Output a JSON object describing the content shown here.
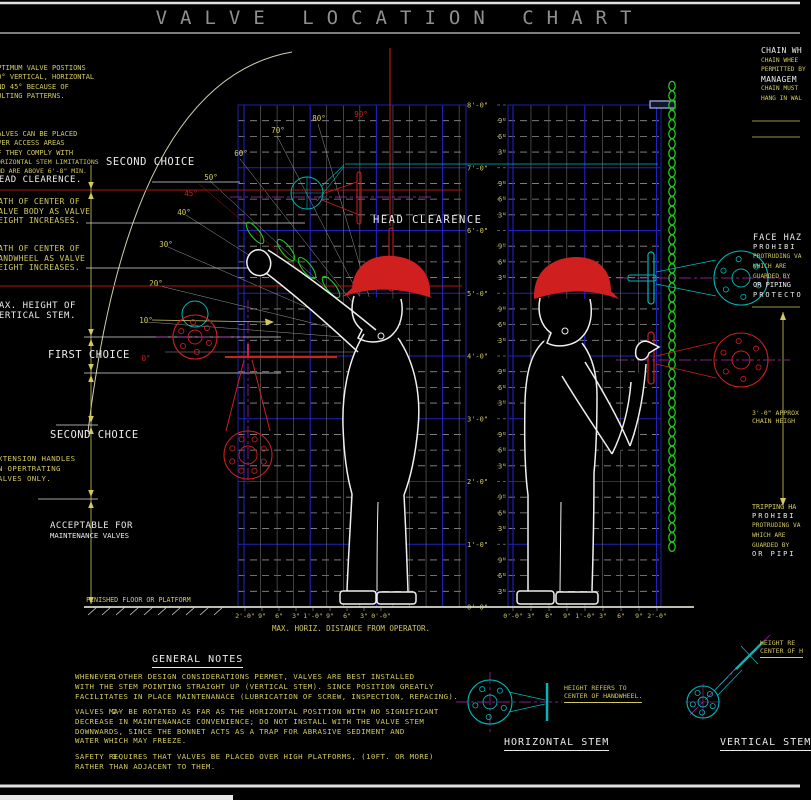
{
  "title": "VALVE LOCATION CHART",
  "colors": {
    "background": "#000000",
    "annotation_yellow": "#d2c95f",
    "annotation_white": "#ebebeb",
    "cad_red": "#cf1f1f",
    "chain_green": "#1ec81e",
    "valve_cyan": "#00b8b8",
    "centerline_magenta": "#b428b4",
    "grid_blue": "#2222c0",
    "grid_gray": "#8f8f8f"
  },
  "angles": [
    "90°",
    "80°",
    "70°",
    "60°",
    "50°",
    "45°",
    "40°",
    "30°",
    "20°",
    "10°",
    "0°"
  ],
  "scales": {
    "vertical": [
      "8'-0\"",
      "9\"",
      "6\"",
      "3\"",
      "7'-0\"",
      "9\"",
      "6\"",
      "3\"",
      "6'-0\"",
      "9\"",
      "6\"",
      "3\"",
      "5'-0\"",
      "9\"",
      "6\"",
      "3\"",
      "4'-0\"",
      "9\"",
      "6\"",
      "3\"",
      "3'-0\"",
      "9\"",
      "6\"",
      "3\"",
      "2'-0\"",
      "9\"",
      "6\"",
      "3\"",
      "1'-0\"",
      "9\"",
      "6\"",
      "3\"",
      "0'-0\""
    ],
    "left_axis": [
      "2'-0\"",
      "9\"",
      "6\"",
      "3\"",
      "1'-0\"",
      "9\"",
      "6\"",
      "3\"",
      "0'-0\""
    ],
    "right_axis": [
      "0'-0\"",
      "3\"",
      "6\"",
      "9\"",
      "1'-0\"",
      "3\"",
      "6\"",
      "9\"",
      "2'-0\""
    ],
    "left_axis_title": "MAX. HORIZ. DISTANCE FROM OPERATOR."
  },
  "left_notes": {
    "optimum": [
      "OPTIMUM VALVE POSTIONS",
      "90° VERTICAL, HORIZONTAL",
      "AND 45° BECAUSE OF",
      "BOLTING PATTERNS."
    ],
    "access": [
      "VALVES CAN BE PLACED",
      "OVER ACCESS AREAS",
      "IF THEY COMPLY WITH",
      "HORIZONTAL STEM LIMITATIONS",
      "AND ARE ABOVE 6'-8\" MIN.",
      "HEAD CLEARENCE."
    ],
    "valve_body_path": [
      "PATH OF CENTER OF",
      "VALVE BODY AS VALVE",
      "HEIGHT INCREASES."
    ],
    "handwheel_path": [
      "PATH OF CENTER OF",
      "HANDWHEEL AS VALVE",
      "HEIGHT INCREASES."
    ],
    "max_height": [
      "MAX. HEIGHT OF",
      "VERTICAL STEM."
    ],
    "second_choice_top": "SECOND CHOICE",
    "first_choice": "FIRST CHOICE",
    "second_choice_mid": "SECOND CHOICE",
    "extension": [
      "EXTENSION HANDLES",
      "ON OPERTRATING",
      "VALVES ONLY."
    ],
    "acceptable": [
      "ACCEPTABLE FOR",
      "MAINTENANCE VALVES"
    ],
    "floor": "FINISHED FLOOR OR PLATFORM"
  },
  "center": {
    "head_clearence": "HEAD CLEARENCE"
  },
  "right_notes": {
    "chain": [
      "CHAIN WH",
      "CHAIN WHEE",
      "PERMITTED BY",
      "MANAGEM",
      "CHAIN MUST",
      "HANG IN WAL"
    ],
    "face": [
      "FACE HAZ",
      "PROHIBI",
      "PROTRUDING VA",
      "WHICH ARE",
      "GUARDED BY",
      "OR PIPING",
      "PROTECTO"
    ],
    "chain_height": [
      "3'-0\" APPROX",
      "CHAIN HEIGH"
    ],
    "tripping": [
      "TRIPPING HA",
      "PROHIBI",
      "PROTRUDING VA",
      "WHICH ARE",
      "GUARDED BY",
      "OR PIPI"
    ]
  },
  "general_notes": {
    "title": "GENERAL NOTES",
    "items": [
      {
        "num": "1-",
        "lines": [
          "WHENEVER OTHER DESIGN CONSIDERATIONS PERMET, VALVES ARE BEST INSTALLED",
          "WITH THE STEM POINTING STRAIGHT UP (VERTICAL STEM). SINCE POSITION GREATLY",
          "FACILITATES IN PLACE MAINTENANACE (LUBRICATION OF SCREW, INSPECTION, REPACING)."
        ]
      },
      {
        "num": "2-",
        "lines": [
          "VALVES MAY BE ROTATED AS FAR AS THE HORIZONTAL POSITION WITH NO SIGNIFICANT",
          "DECREASE IN MAINTENANACE CONVENIENCE; DO NOT INSTALL WITH THE VALVE STEM",
          "DOWNWARDS, SINCE THE BONNET ACTS AS A TRAP FOR ABRASIVE SEDIMENT AND",
          "WATER WHICH MAY FREEZE."
        ]
      },
      {
        "num": "3-",
        "lines": [
          "SAFETY REQUIRES THAT VALVES BE PLACED OVER HIGH PLATFORMS, (10FT. OR MORE)",
          "RATHER THAN ADJACENT TO THEM."
        ]
      }
    ]
  },
  "stems": {
    "horizontal_label": "HORIZONTAL STEM",
    "vertical_label": "VERTICAL STEM",
    "height_note": [
      "HEIGHT REFERS TO",
      "CENTER OF HANDWHEEL."
    ],
    "height_note_truncated": [
      "HEIGHT RE",
      "CENTER OF H"
    ]
  }
}
